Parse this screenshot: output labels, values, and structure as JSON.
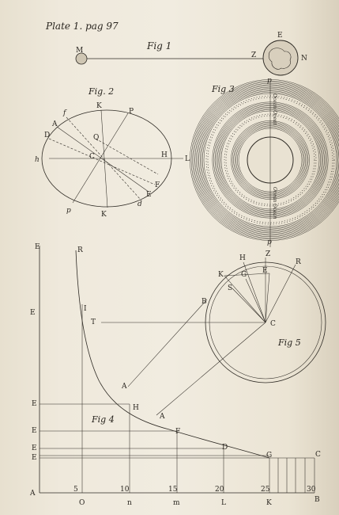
{
  "plate": {
    "header": "Plate 1. pag 97"
  },
  "fig1": {
    "title": "Fig 1",
    "labels": {
      "M": "M",
      "Z": "Z",
      "E": "E",
      "N": "N"
    }
  },
  "fig2": {
    "title": "Fig. 2",
    "labels": {
      "K_top": "K",
      "P_top": "P",
      "f": "f",
      "A": "A",
      "D": "D",
      "Q": "Q",
      "h": "h",
      "C": "C",
      "H": "H",
      "L": "L",
      "F": "F",
      "E": "E",
      "d": "d",
      "p": "p",
      "K_bot": "K"
    }
  },
  "fig3": {
    "title": "Fig 3",
    "labels": {
      "p_top": "p",
      "p_bot": "p"
    },
    "vertical_text": {
      "upper": "Ocean Ocean",
      "lower": "Ocean Ocean"
    }
  },
  "fig4": {
    "title": "Fig 4",
    "labels": {
      "E_top": "E",
      "R": "R",
      "E_mid": "E",
      "I": "I",
      "T": "T",
      "A_upper": "A",
      "E_low": "E",
      "H": "H",
      "A_lower": "A",
      "E_a": "E",
      "F": "F",
      "E_b": "E",
      "D": "D",
      "E_c": "E",
      "G": "G",
      "C": "C",
      "A_origin": "A"
    },
    "axis_numbers": [
      "5",
      "10",
      "15",
      "20",
      "25",
      "30"
    ],
    "axis_letters": [
      "O",
      "n",
      "m",
      "L",
      "K",
      "B"
    ]
  },
  "fig5": {
    "title": "Fig 5",
    "labels": {
      "H": "H",
      "Z": "Z",
      "K": "K",
      "G": "G",
      "E": "E",
      "R": "R",
      "S": "S",
      "B": "B",
      "C": "C"
    }
  }
}
